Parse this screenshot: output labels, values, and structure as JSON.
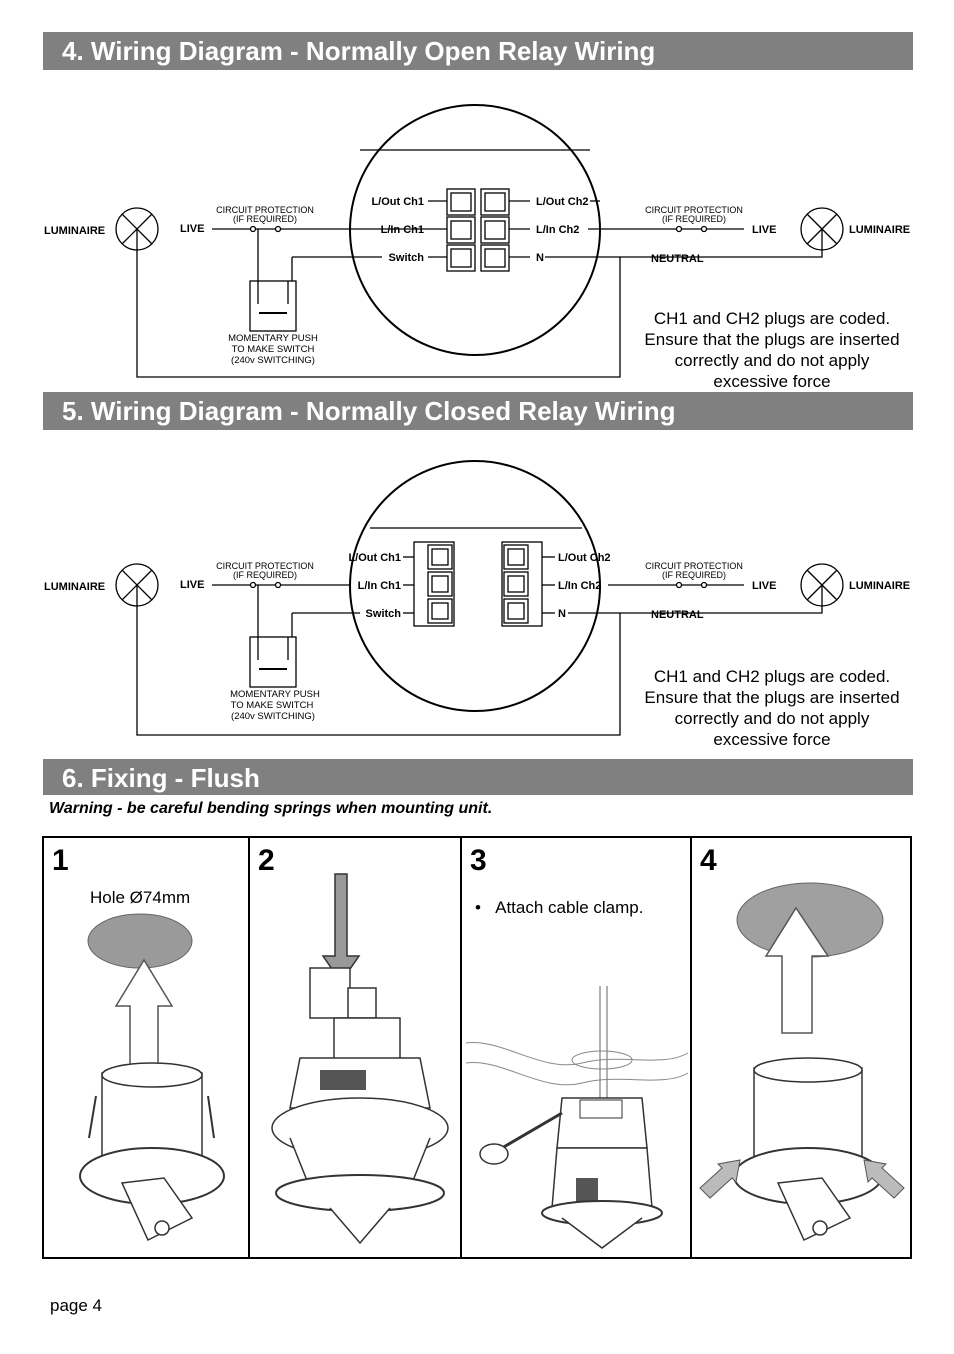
{
  "section4": {
    "title": "4.  Wiring Diagram - Normally Open Relay Wiring",
    "luminaire_left": "LUMINAIRE",
    "luminaire_right": "LUMINAIRE",
    "live_left": "LIVE",
    "live_right": "LIVE",
    "neutral": "NEUTRAL",
    "circuit_protection": "CIRCUIT PROTECTION",
    "if_required": "(IF REQUIRED)",
    "terminal_lout_ch1": "L/Out Ch1",
    "terminal_lin_ch1": "L/In Ch1",
    "terminal_switch": "Switch",
    "terminal_lout_ch2": "L/Out Ch2",
    "terminal_lin_ch2": "L/In Ch2",
    "terminal_n": "N",
    "switch_line1": "MOMENTARY PUSH",
    "switch_line2": "TO MAKE SWITCH",
    "switch_line3": "(240v SWITCHING)",
    "note_line1": "CH1 and CH2 plugs are coded.",
    "note_line2": "Ensure that the plugs are inserted",
    "note_line3": "correctly and do not apply",
    "note_line4": "excessive force"
  },
  "section5": {
    "title": "5.  Wiring Diagram - Normally Closed Relay Wiring",
    "luminaire_left": "LUMINAIRE",
    "luminaire_right": "LUMINAIRE",
    "live_left": "LIVE",
    "live_right": "LIVE",
    "neutral": "NEUTRAL",
    "circuit_protection": "CIRCUIT PROTECTION",
    "if_required": "(IF REQUIRED)",
    "terminal_lout_ch1": "L/Out Ch1",
    "terminal_lin_ch1": "L/In Ch1",
    "terminal_switch": "Switch",
    "terminal_lout_ch2": "L/Out Ch2",
    "terminal_lin_ch2": "L/In Ch2",
    "terminal_n": "N",
    "switch_line1": "MOMENTARY PUSH",
    "switch_line2": "TO MAKE SWITCH",
    "switch_line3": "(240v SWITCHING)",
    "note_line1": "CH1 and CH2 plugs are coded.",
    "note_line2": "Ensure that the plugs are inserted",
    "note_line3": "correctly and do not apply",
    "note_line4": "excessive force"
  },
  "section6": {
    "title": "6.  Fixing - Flush",
    "warning": "Warning - be careful bending springs when mounting unit.",
    "steps": [
      {
        "number": "1",
        "text": "Hole Ø74mm"
      },
      {
        "number": "2",
        "text": ""
      },
      {
        "number": "3",
        "text": "Attach cable clamp."
      },
      {
        "number": "4",
        "text": ""
      }
    ]
  },
  "footer": {
    "page": "page 4"
  }
}
